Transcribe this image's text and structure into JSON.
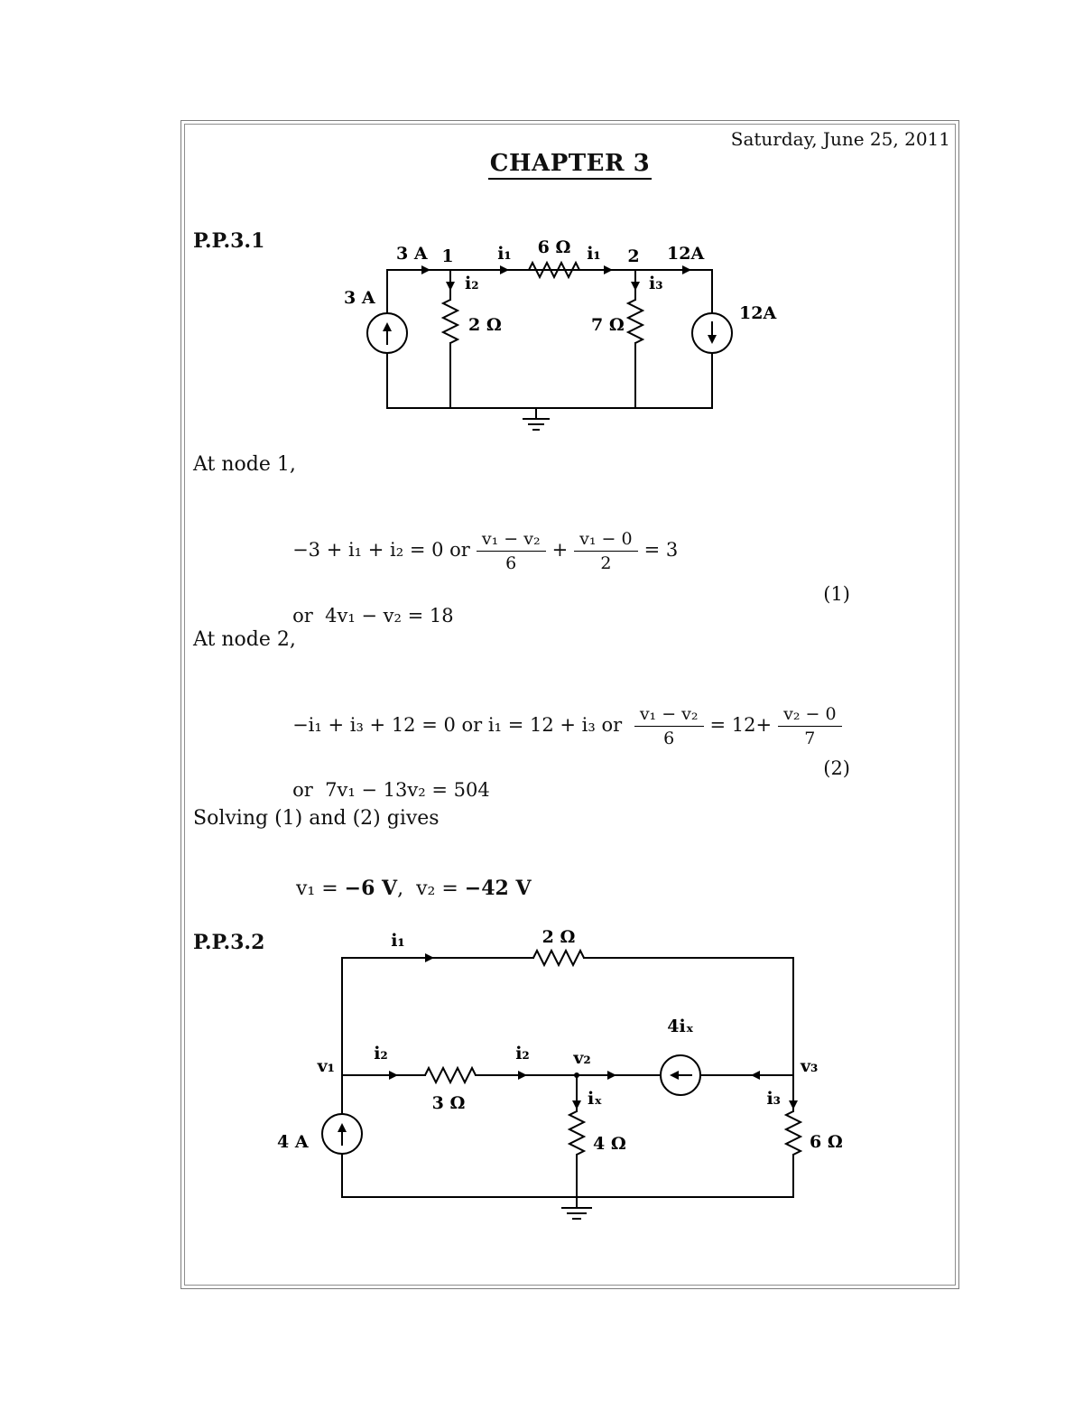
{
  "page": {
    "date": "Saturday, June 25, 2011",
    "title": "CHAPTER 3"
  },
  "pp31": {
    "label": "P.P.3.1",
    "circuit": {
      "src_left_label": "3 A",
      "top_current": "3 A",
      "node1": "1",
      "i1a": "i₁",
      "r_top": "6 Ω",
      "i1b": "i₁",
      "node2": "2",
      "top_right_current": "12A",
      "src_right_label": "12A",
      "i2": "i₂",
      "r_left": "2 Ω",
      "i3": "i₃",
      "r_right": "7 Ω"
    },
    "node1_heading": "At node 1,",
    "eq1": {
      "prefix": "−3 + i₁ + i₂ = 0 or",
      "f1_num": "v₁ − v₂",
      "f1_den": "6",
      "op": "+",
      "f2_num": "v₁ − 0",
      "f2_den": "2",
      "suffix": "= 3"
    },
    "eq1b": {
      "text": "or  4v₁ − v₂ = 18",
      "tag": "(1)"
    },
    "node2_heading": "At node 2,",
    "eq2": {
      "prefix": "−i₁ + i₃ + 12 = 0 or i₁ = 12 + i₃ or ",
      "f1_num": "v₁ − v₂",
      "f1_den": "6",
      "mid": "= 12+",
      "f2_num": "v₂ − 0",
      "f2_den": "7"
    },
    "eq2b": {
      "text": "or  7v₁ − 13v₂ = 504",
      "tag": "(2)"
    },
    "solving": "Solving (1) and (2) gives",
    "result": {
      "p1": "v₁ = ",
      "v1": "−6 V",
      "p2": ",  v₂ = ",
      "v2": "−42 V"
    }
  },
  "pp32": {
    "label": "P.P.3.2",
    "circuit": {
      "i1": "i₁",
      "r_top": "2 Ω",
      "v1": "v₁",
      "i2a": "i₂",
      "r_mid": "3 Ω",
      "i2b": "i₂",
      "v2": "v₂",
      "dep_src": "4iₓ",
      "v3": "v₃",
      "src_left": "4 A",
      "ix": "iₓ",
      "r_center": "4 Ω",
      "i3": "i₃",
      "r_right": "6 Ω"
    }
  }
}
